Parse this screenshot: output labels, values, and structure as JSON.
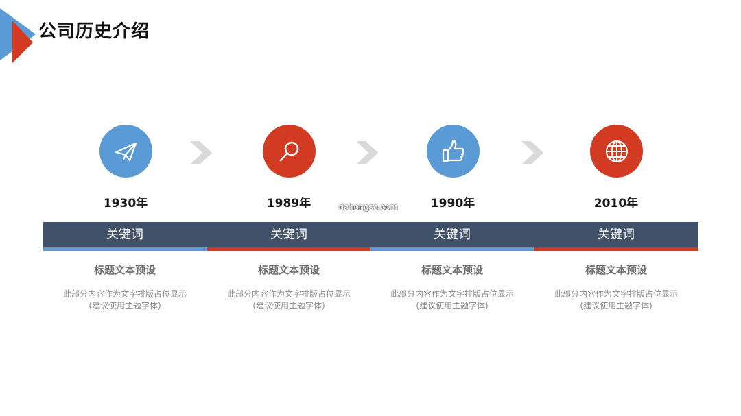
{
  "title": "公司历史介绍",
  "watermark": "dahongse.com",
  "colors": {
    "blue": "#5b9bd5",
    "red": "#d33a22",
    "band": "#3f5068",
    "chevron": "#d9d9d9"
  },
  "timeline": [
    {
      "year": "1930年",
      "keyword": "关键词",
      "heading": "标题文本预设",
      "desc_line1": "此部分内容作为文字排版占位显示",
      "desc_line2": "(建议使用主题字体)",
      "icon": "paper-plane-icon",
      "color": "blue"
    },
    {
      "year": "1989年",
      "keyword": "关键词",
      "heading": "标题文本预设",
      "desc_line1": "此部分内容作为文字排版占位显示",
      "desc_line2": "(建议使用主题字体)",
      "icon": "magnifier-icon",
      "color": "red"
    },
    {
      "year": "1990年",
      "keyword": "关键词",
      "heading": "标题文本预设",
      "desc_line1": "此部分内容作为文字排版占位显示",
      "desc_line2": "(建议使用主题字体)",
      "icon": "thumbs-up-icon",
      "color": "blue"
    },
    {
      "year": "2010年",
      "keyword": "关键词",
      "heading": "标题文本预设",
      "desc_line1": "此部分内容作为文字排版占位显示",
      "desc_line2": "(建议使用主题字体)",
      "icon": "globe-icon",
      "color": "red"
    }
  ]
}
